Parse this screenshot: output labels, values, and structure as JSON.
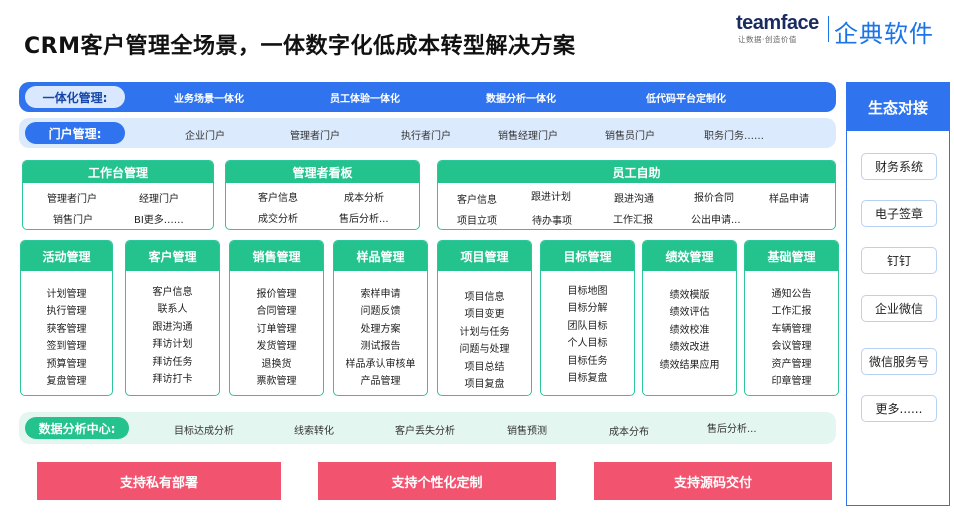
{
  "title": "CRM客户管理全场景，一体数字化低成本转型解决方案",
  "logo": {
    "brand": "teamface",
    "tagline": "让数据·创造价值",
    "cn_name": "企典软件"
  },
  "integration": {
    "tag": "一体化管理:",
    "items": [
      "业务场景一体化",
      "员工体验一体化",
      "数据分析一体化",
      "低代码平台定制化"
    ]
  },
  "portal": {
    "tag": "门户管理:",
    "items": [
      "企业门户",
      "管理者门户",
      "执行者门户",
      "销售经理门户",
      "销售员门户",
      "职务门务……"
    ]
  },
  "workbench": {
    "title": "工作台管理",
    "items": [
      "管理者门户",
      "经理门户",
      "销售门户",
      "BI更多……"
    ]
  },
  "dashboard": {
    "title": "管理者看板",
    "items": [
      "客户信息",
      "成本分析",
      "成交分析",
      "售后分析..."
    ]
  },
  "self_service": {
    "title": "员工自助",
    "items": [
      "客户信息",
      "跟进计划",
      "跟进沟通",
      "报价合同",
      "样品申请",
      "项目立项",
      "待办事项",
      "工作汇报",
      "公出申请..."
    ]
  },
  "modules": [
    {
      "title": "活动管理",
      "items": [
        "计划管理",
        "执行管理",
        "获客管理",
        "签到管理",
        "预算管理",
        "复盘管理"
      ]
    },
    {
      "title": "客户管理",
      "items": [
        "客户信息",
        "联系人",
        "跟进沟通",
        "拜访计划",
        "拜访任务",
        "拜访打卡"
      ]
    },
    {
      "title": "销售管理",
      "items": [
        "报价管理",
        "合同管理",
        "订单管理",
        "发货管理",
        "退换货",
        "票款管理"
      ]
    },
    {
      "title": "样品管理",
      "items": [
        "索样申请",
        "问题反馈",
        "处理方案",
        "测试报告",
        "样品承认审核单",
        "产品管理"
      ]
    },
    {
      "title": "项目管理",
      "items": [
        "项目信息",
        "项目变更",
        "计划与任务",
        "问题与处理",
        "项目总结",
        "项目复盘"
      ]
    },
    {
      "title": "目标管理",
      "items": [
        "目标地图",
        "目标分解",
        "团队目标",
        "个人目标",
        "目标任务",
        "目标复盘"
      ]
    },
    {
      "title": "绩效管理",
      "items": [
        "绩效模版",
        "绩效评估",
        "绩效校准",
        "绩效改进",
        "绩效结果应用"
      ]
    },
    {
      "title": "基础管理",
      "items": [
        "通知公告",
        "工作汇报",
        "车辆管理",
        "会议管理",
        "资产管理",
        "印章管理"
      ]
    }
  ],
  "data_center": {
    "tag": "数据分析中心:",
    "items": [
      "目标达成分析",
      "线索转化",
      "客户丢失分析",
      "销售预测",
      "成本分布",
      "售后分析..."
    ]
  },
  "buttons": [
    "支持私有部署",
    "支持个性化定制",
    "支持源码交付"
  ],
  "ecosystem": {
    "title": "生态对接",
    "items": [
      "财务系统",
      "电子签章",
      "钉钉",
      "企业微信",
      "微信服务号",
      "更多......"
    ]
  },
  "colors": {
    "blue": "#2f74ee",
    "green": "#24c38e",
    "pink": "#f2536e",
    "light_blue": "#dceafe"
  }
}
